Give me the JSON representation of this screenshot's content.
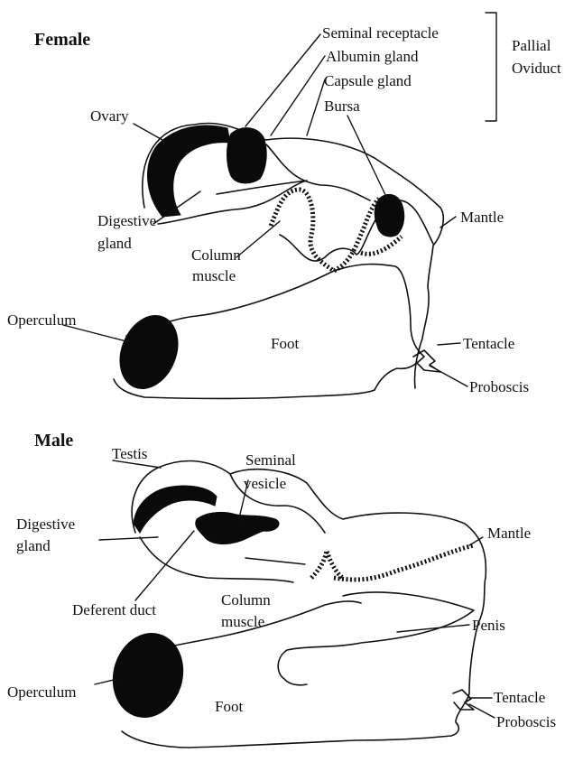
{
  "female": {
    "heading": "Female",
    "labels": {
      "seminal_receptacle": "Seminal receptacle",
      "albumin_gland": "Albumin gland",
      "capsule_gland": "Capsule gland",
      "bursa": "Bursa",
      "pallial": "Pallial",
      "oviduct": "Oviduct",
      "ovary": "Ovary",
      "digestive": "Digestive",
      "gland": "gland",
      "column": "Column",
      "muscle": "muscle",
      "mantle": "Mantle",
      "operculum": "Operculum",
      "foot": "Foot",
      "tentacle": "Tentacle",
      "proboscis": "Proboscis"
    }
  },
  "male": {
    "heading": "Male",
    "labels": {
      "testis": "Testis",
      "seminal": "Seminal",
      "vesicle": "vesicle",
      "digestive": "Digestive",
      "gland": "gland",
      "deferent_duct": "Deferent duct",
      "column": "Column",
      "muscle": "muscle",
      "mantle": "Mantle",
      "penis": "Penis",
      "operculum": "Operculum",
      "foot": "Foot",
      "tentacle": "Tentacle",
      "proboscis": "Proboscis"
    }
  },
  "colors": {
    "ink": "#111111",
    "fill": "#0a0a0a",
    "background": "#ffffff"
  }
}
